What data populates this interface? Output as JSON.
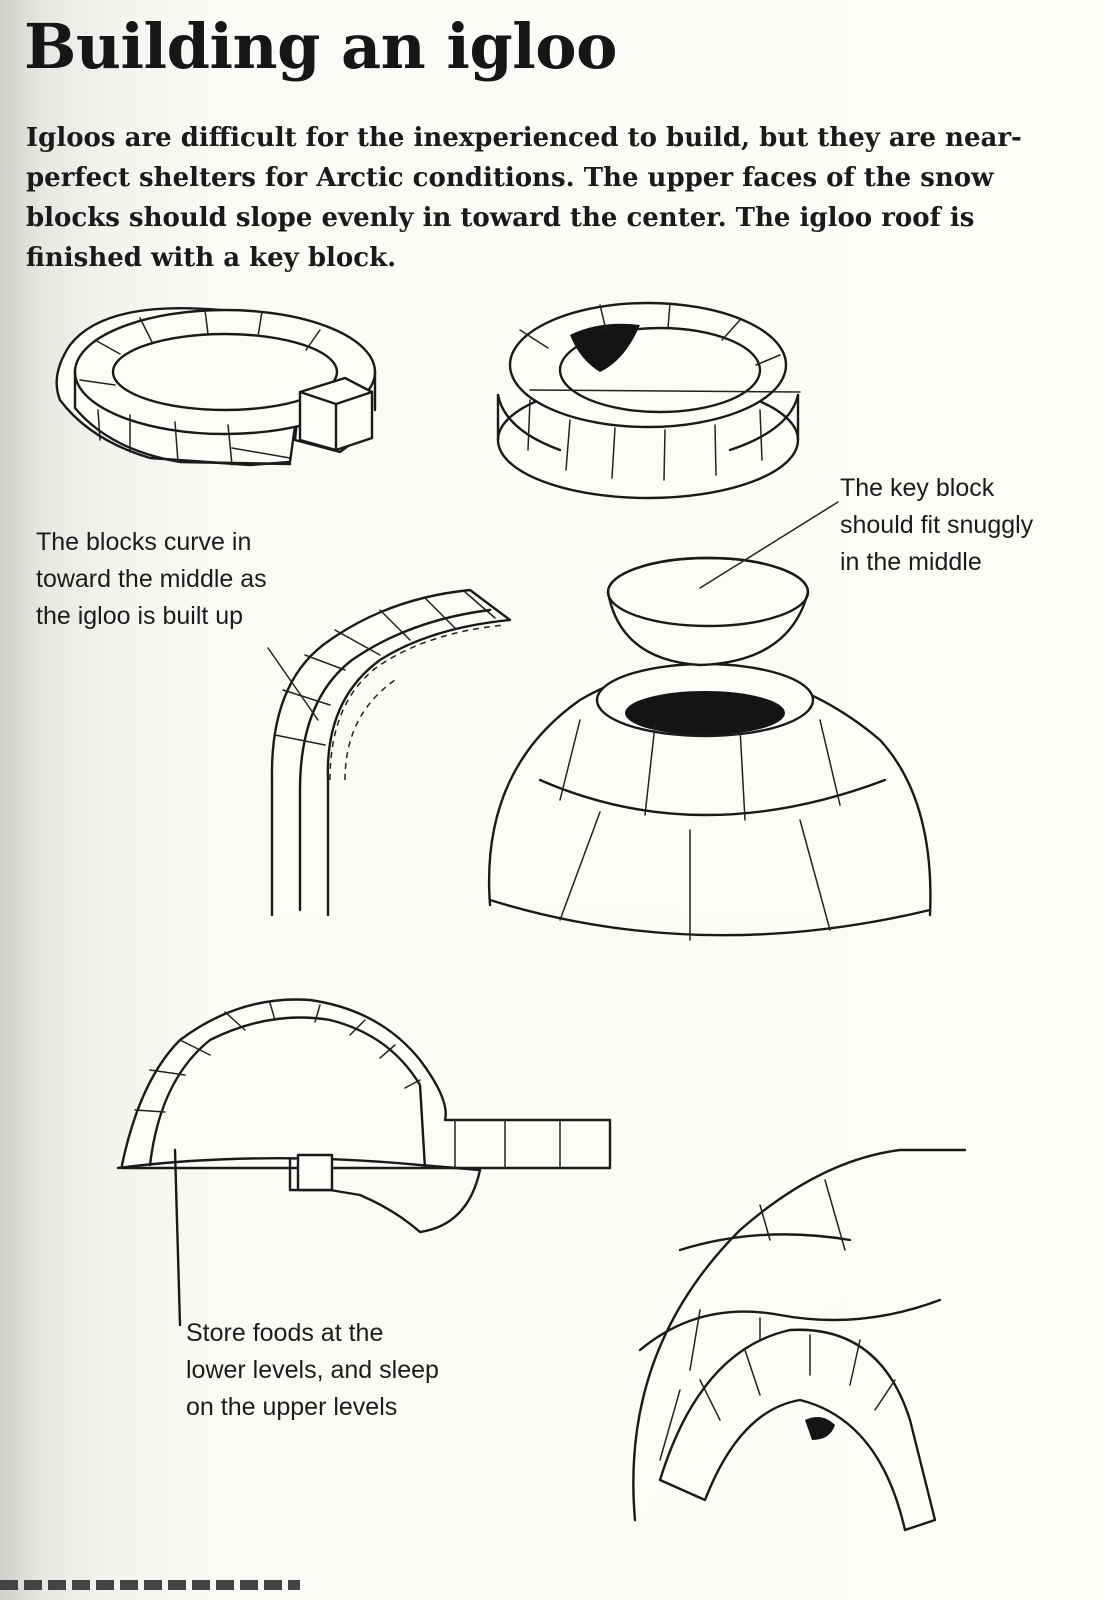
{
  "page": {
    "title": "Building an igloo",
    "intro": "Igloos are difficult for the inexperienced to build, but they are near-perfect shelters for Arctic conditions. The upper faces of the snow blocks should slope evenly in toward the center. The igloo roof is finished with a key block."
  },
  "captions": {
    "curve": "The blocks curve in\ntoward the middle as\nthe igloo is built up",
    "key_block": "The key block\nshould fit snuggly\nin the middle",
    "storage": "Store foods at the\nlower levels, and sleep\non the upper levels"
  },
  "illustrations": [
    {
      "name": "first-ring",
      "subject": "first spiral ring of snow blocks"
    },
    {
      "name": "rising-walls",
      "subject": "walls rising in a spiral"
    },
    {
      "name": "arch-section",
      "subject": "curving wall section"
    },
    {
      "name": "dome-key-block",
      "subject": "dome with key block above opening"
    },
    {
      "name": "cross-section",
      "subject": "igloo cross-section with entrance tunnel"
    },
    {
      "name": "finished-igloo",
      "subject": "completed igloo with arched entrance"
    }
  ]
}
